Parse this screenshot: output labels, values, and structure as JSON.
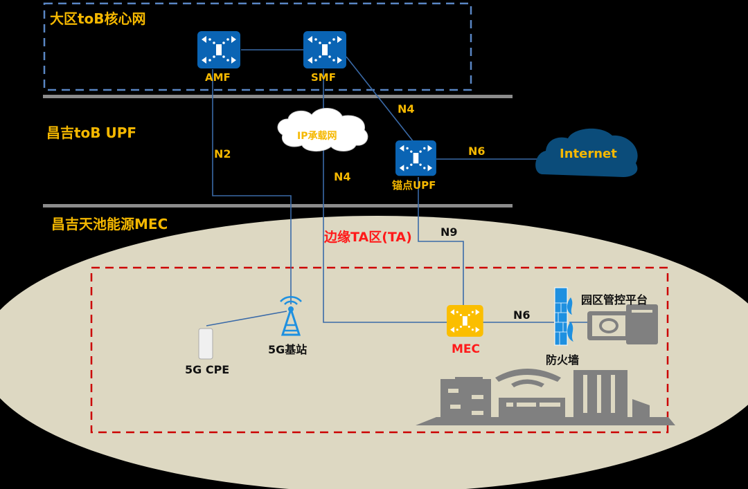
{
  "colors": {
    "background": "#000000",
    "label_yellow": "#f5b800",
    "label_red": "#ff1a1a",
    "node_blue": "#0a64b4",
    "node_yellow": "#fbbe00",
    "link_blue": "#3a6aa8",
    "zone_fill": "#ddd8c2",
    "divider_gray": "#8c8c8c",
    "core_border": "#5a86c4",
    "edge_border": "#cc0000",
    "internet_cloud": "#0b4c7a",
    "icon_gray": "#808080"
  },
  "regions": {
    "core": "大区toB核心网",
    "upf": "昌吉toB UPF",
    "mec": "昌吉天池能源MEC",
    "edge_ta": "边缘TA区(TA)"
  },
  "nodes": {
    "amf": "AMF",
    "smf": "SMF",
    "anchor_upf": "锚点UPF",
    "mec": "MEC",
    "ip_network": "IP承载网",
    "internet": "Internet",
    "base_station": "5G基站",
    "cpe": "5G CPE",
    "firewall": "防火墙",
    "platform": "园区管控平台"
  },
  "links": {
    "n2": "N2",
    "n4_smf_upf": "N4",
    "n4_ip": "N4",
    "n6_internet": "N6",
    "n9": "N9",
    "n6_mec": "N6"
  }
}
